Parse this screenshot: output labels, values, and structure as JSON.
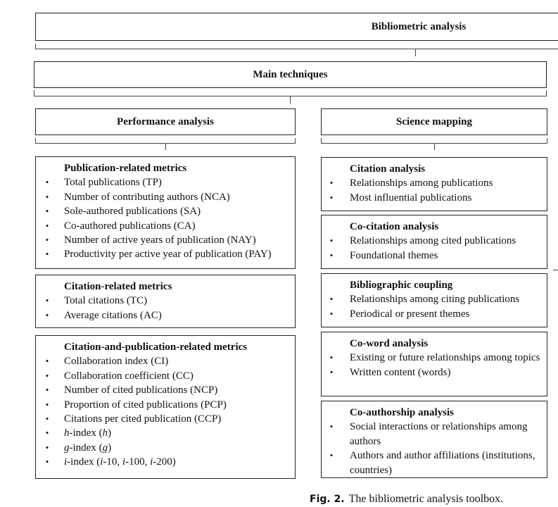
{
  "header": {
    "title": "Bibliometric analysis"
  },
  "main_techniques": {
    "label": "Main techniques"
  },
  "performance": {
    "title": "Performance analysis",
    "groups": [
      {
        "title": "Publication-related metrics",
        "items": [
          "Total publications (TP)",
          "Number of contributing authors (NCA)",
          "Sole-authored publications (SA)",
          "Co-authored publications (CA)",
          "Number of active years of publication (NAY)",
          "Productivity per active year of publication (PAY)"
        ]
      },
      {
        "title": "Citation-related metrics",
        "items": [
          "Total citations (TC)",
          "Average citations (AC)"
        ]
      },
      {
        "title": "Citation-and-publication-related metrics",
        "items": [
          "Collaboration index (CI)",
          "Collaboration coefficient (CC)",
          "Number of cited publications (NCP)",
          "Proportion of cited publications (PCP)",
          "Citations per cited publication (CCP)"
        ],
        "index_items": [
          {
            "letter": "h",
            "label": "-index (",
            "close": ")"
          },
          {
            "letter": "g",
            "label": "-index (",
            "close": ")"
          }
        ],
        "i_index": {
          "letter": "i",
          "label": "-index (",
          "v1": "-10, ",
          "v2": "-100, ",
          "v3": "-200)"
        }
      }
    ]
  },
  "science": {
    "title": "Science mapping",
    "groups": [
      {
        "title": "Citation analysis",
        "items": [
          "Relationships among publications",
          "Most influential publications"
        ]
      },
      {
        "title": "Co-citation analysis",
        "items": [
          "Relationships among cited publications",
          "Foundational themes"
        ]
      },
      {
        "title": "Bibliographic coupling",
        "items": [
          "Relationships among citing publications",
          "Periodical or present themes"
        ]
      },
      {
        "title": "Co-word analysis",
        "items": [
          "Existing or future relationships among topics",
          "Written content (words)"
        ]
      },
      {
        "title": "Co-authorship analysis",
        "items": [
          "Social interactions or relationships among authors",
          "Authors and author affiliations (institutions, countries)"
        ]
      }
    ]
  },
  "bullet": "•",
  "caption": {
    "label": "Fig. 2.",
    "text": "The bibliometric analysis toolbox."
  }
}
